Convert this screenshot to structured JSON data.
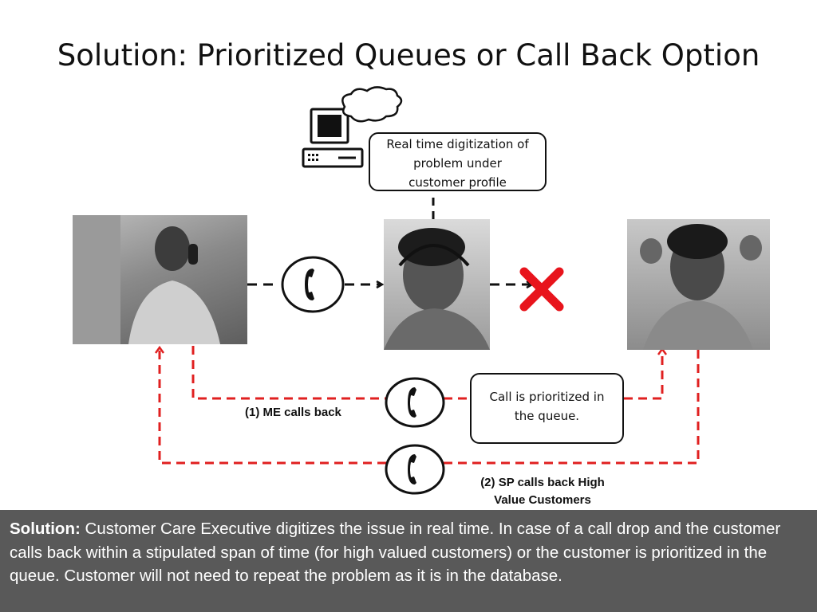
{
  "slide": {
    "title": "Solution: Prioritized Queues or Call Back Option"
  },
  "boxes": {
    "digitization": [
      "Real time digitization of",
      "problem under",
      "customer profile"
    ],
    "prioritized": [
      "Call is prioritized in",
      "the queue."
    ]
  },
  "labels": {
    "me_calls_back": "(1)  ME calls back",
    "sp_calls_back": [
      "(2)  SP calls back High",
      "Value Customers"
    ]
  },
  "footer": {
    "heading": "Solution:",
    "text": " Customer Care Executive digitizes the issue in real time. In case of a call drop and the customer calls back within a stipulated span of time (for high valued customers) or the customer is prioritized in the queue. Customer will not need to repeat the problem as it is in the database."
  },
  "icons": [
    "computer-icon",
    "thought-cloud-icon",
    "phone-icon",
    "call-drop-x-icon"
  ],
  "colors": {
    "callback_arrow": "#e02020",
    "drop_x": "#e8141c",
    "footer_bg": "#595959"
  }
}
